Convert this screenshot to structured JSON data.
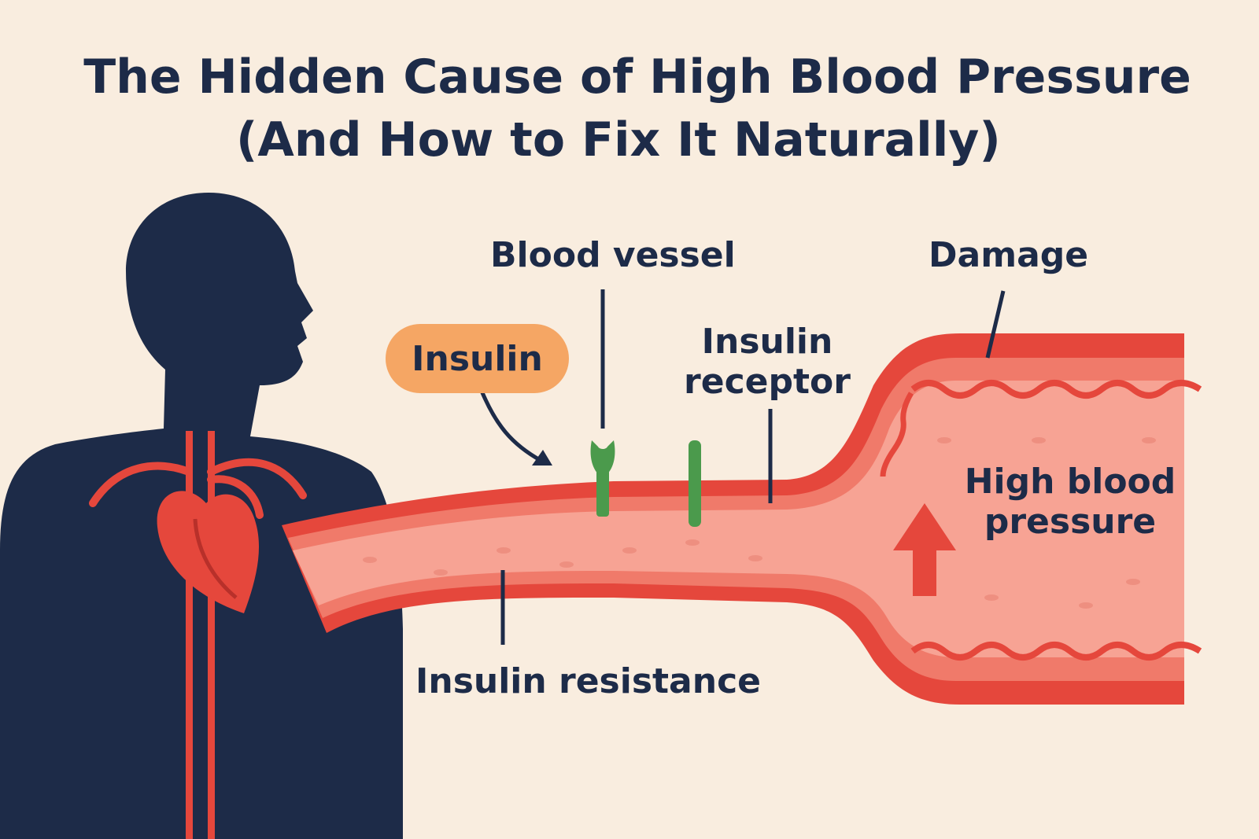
{
  "title": {
    "line1": "The Hidden Cause of High Blood Pressure",
    "line2": "(And How to Fix It Naturally)"
  },
  "labels": {
    "blood_vessel": "Blood vessel",
    "damage": "Damage",
    "insulin": "Insulin",
    "insulin_receptor_1": "Insulin",
    "insulin_receptor_2": "receptor",
    "high_bp_1": "High blood",
    "high_bp_2": "pressure",
    "insulin_resistance": "Insulin resistance"
  },
  "colors": {
    "background": "#f9eddf",
    "silhouette": "#1d2b48",
    "vessel_wall": "#e5473c",
    "vessel_inner": "#f7a394",
    "receptor": "#4b9a4c",
    "insulin_badge": "#f5a664",
    "text": "#1d2b48"
  },
  "icons": [
    "human-silhouette",
    "heart-icon",
    "up-arrow-icon",
    "insulin-receptor-icon"
  ]
}
